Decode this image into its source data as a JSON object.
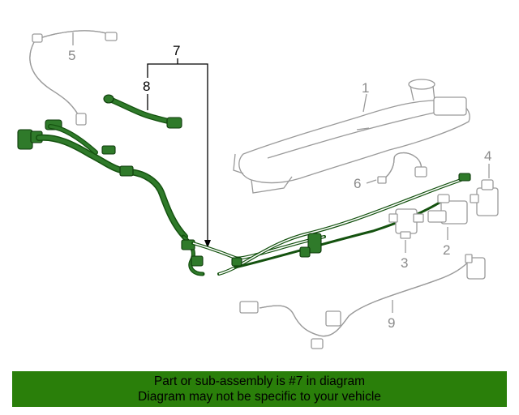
{
  "diagram": {
    "callouts": {
      "c1": "1",
      "c2": "2",
      "c3": "3",
      "c4": "4",
      "c5": "5",
      "c6": "6",
      "c7": "7",
      "c8": "8",
      "c9": "9"
    },
    "highlight_color": "#2f7a2a"
  },
  "banner": {
    "line1": "Part or sub-assembly is #7 in diagram",
    "line2": "Diagram may not be specific to your vehicle",
    "background": "#2a7f0a"
  }
}
